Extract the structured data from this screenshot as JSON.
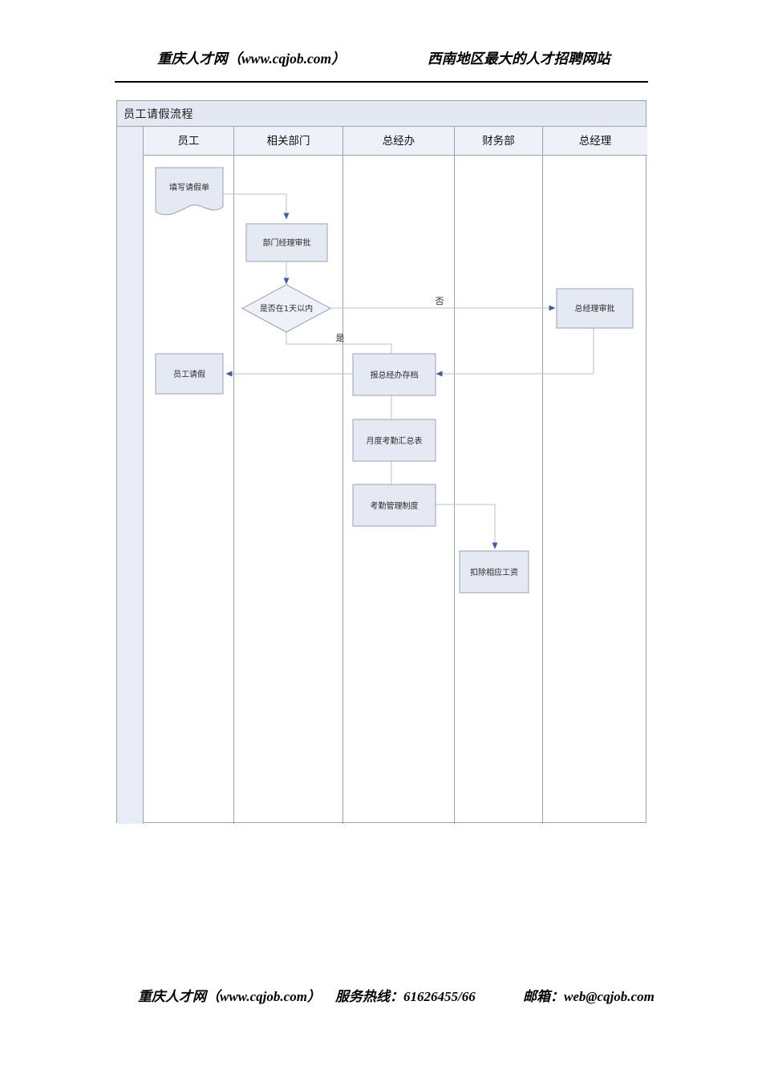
{
  "header": {
    "left": "重庆人才网（www.cqjob.com）",
    "right": "西南地区最大的人才招聘网站"
  },
  "footer": {
    "site": "重庆人才网（www.cqjob.com）",
    "hotline": "服务热线：61626455/66",
    "email": "邮箱：web@cqjob.com"
  },
  "flowchart": {
    "title": "员工请假流程",
    "lanes": [
      {
        "label": "员工"
      },
      {
        "label": "相关部门"
      },
      {
        "label": "总经办"
      },
      {
        "label": "财务部"
      },
      {
        "label": "总经理"
      }
    ],
    "nodes": {
      "fill_form": "填写请假单",
      "dept_approve": "部门经理审批",
      "decision": "是否在1天以内",
      "gm_approve": "总经理审批",
      "employee_leave": "员工请假",
      "file_archive": "报总经办存档",
      "monthly_sheet": "月度考勤汇总表",
      "attendance_rule": "考勤管理制度",
      "deduct_salary": "扣除相应工资"
    },
    "edge_labels": {
      "yes": "是",
      "no": "否"
    },
    "colors": {
      "node_fill": "#e4e9f3",
      "node_stroke": "#9aa3ad",
      "arrow": "#3b5ea8",
      "connector": "#b9bfc7",
      "title_bar": "#e3e8f2",
      "header_row": "#eef1f8",
      "lane_left": "#e8ecf6"
    }
  }
}
